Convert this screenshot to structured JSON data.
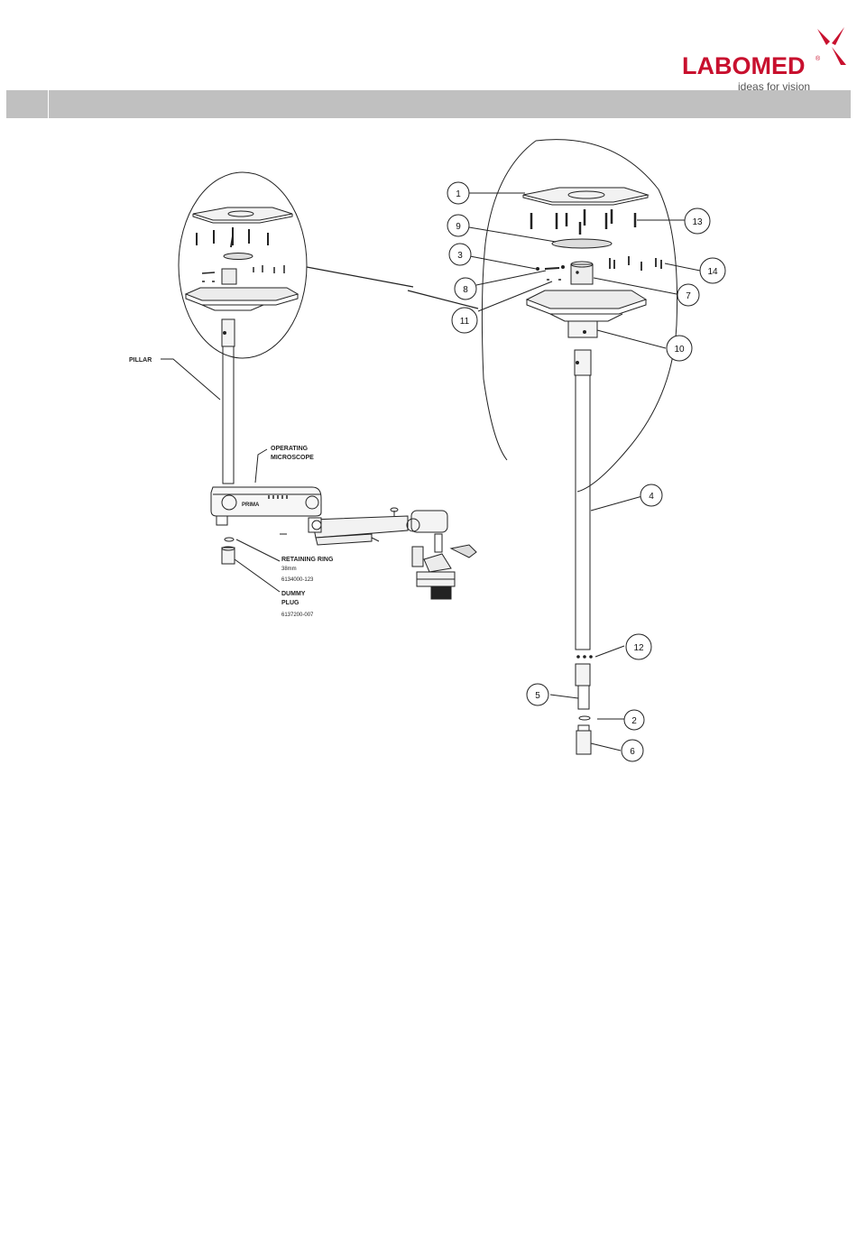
{
  "brand": {
    "name": "LABOMED",
    "registered": "®",
    "tagline": "ideas for vision",
    "colors": {
      "primary": "#c8102e",
      "tagline": "#555555",
      "header_bar": "#c0c0c0"
    }
  },
  "left_labels": {
    "pillar": "PILLAR",
    "operating_1": "OPERATING",
    "operating_2": "MICROSCOPE",
    "retaining_1": "RETAINING RING",
    "retaining_2": "38mm",
    "retaining_3": "6134000-123",
    "dummy_1": "DUMMY",
    "dummy_2": "PLUG",
    "dummy_3": "6137200-007",
    "microscope_brand": "PRIMA"
  },
  "callouts": [
    "1",
    "9",
    "3",
    "8",
    "11",
    "13",
    "14",
    "7",
    "10",
    "4",
    "12",
    "5",
    "2",
    "6"
  ]
}
